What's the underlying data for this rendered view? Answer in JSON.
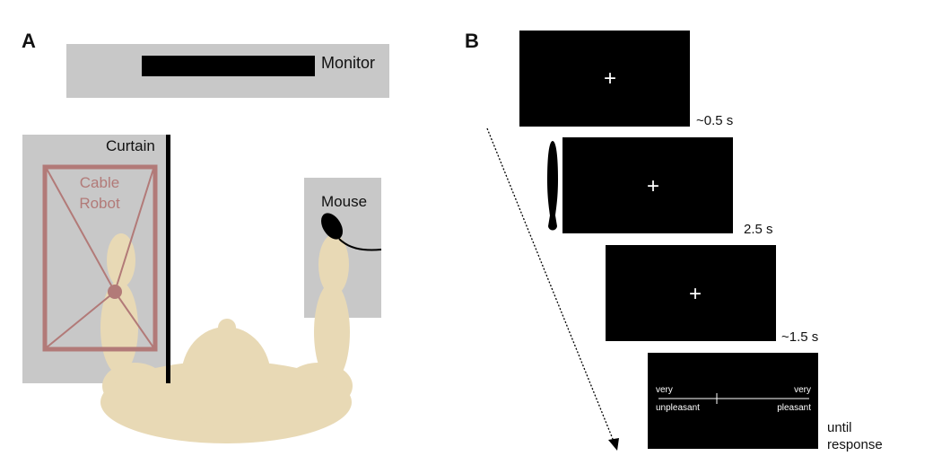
{
  "panel_a": {
    "label": "A",
    "monitor_label": "Monitor",
    "curtain_label": "Curtain",
    "robot_label_line1": "Cable",
    "robot_label_line2": "Robot",
    "mouse_label": "Mouse",
    "colors": {
      "table": "#c8c8c8",
      "robot": "#b27a78",
      "body": "#e8d9b5",
      "curtain": "#000000"
    }
  },
  "panel_b": {
    "label": "B",
    "screens": [
      {
        "symbol": "+",
        "duration": "~0.5 s"
      },
      {
        "symbol": "+",
        "duration": "2.5 s"
      },
      {
        "symbol": "+",
        "duration": "~1.5 s"
      }
    ],
    "rating": {
      "left_top": "very",
      "left_bottom": "unpleasant",
      "right_top": "very",
      "right_bottom": "pleasant",
      "duration_line1": "until",
      "duration_line2": "response"
    }
  }
}
